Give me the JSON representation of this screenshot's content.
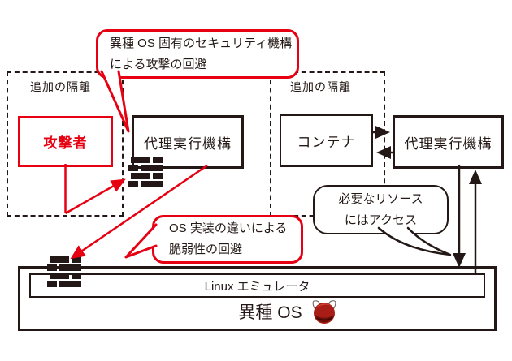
{
  "colors": {
    "ink": "#231815",
    "red": "#e60012",
    "background": "#ffffff",
    "daemon_red": "#a81d15"
  },
  "callouts": {
    "security": {
      "line1": "異種 OS 固有のセキュリティ機構",
      "line2": "による攻撃の回避"
    },
    "vulnerability": {
      "line1": "OS 実装の違いによる",
      "line2": "脆弱性の回避"
    },
    "resource": {
      "line1": "必要なリソース",
      "line2": "にはアクセス"
    }
  },
  "zones": {
    "attacker_zone": {
      "label": "追加の隔離",
      "attacker": "攻撃者",
      "proxy": "代理実行機構"
    },
    "container_zone": {
      "label": "追加の隔離",
      "container": "コンテナ",
      "proxy": "代理実行機構"
    }
  },
  "os_stack": {
    "emulator": "Linux エミュレータ",
    "os_label": "異種 OS"
  },
  "icons": {
    "firewall": "brick-wall-icon",
    "daemon": "freebsd-daemon-icon"
  }
}
